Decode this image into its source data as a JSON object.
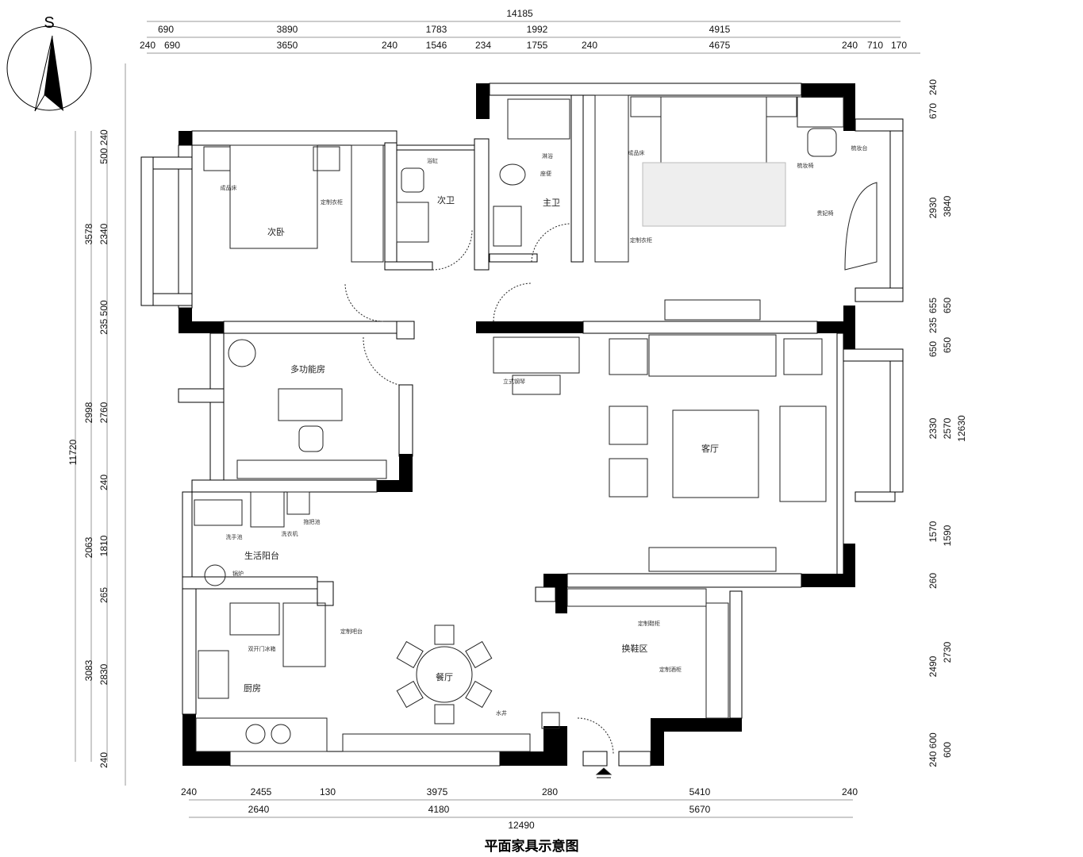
{
  "title": "平面家具示意图",
  "compass": {
    "label": "S"
  },
  "colors": {
    "wall_fill": "#000000",
    "wall_outline": "#000000",
    "dim_line": "#999999",
    "carpet": "#bbbbbb"
  },
  "dimensions": {
    "top_total": "14185",
    "top_row1": [
      "690",
      "3890",
      "1783",
      "1992",
      "4915"
    ],
    "top_row2": [
      "240",
      "690",
      "3650",
      "240",
      "1546",
      "234",
      "1755",
      "240",
      "4675",
      "240",
      "710",
      "170"
    ],
    "bottom_row1": [
      "240",
      "2455",
      "130",
      "3975",
      "280",
      "5410",
      "240"
    ],
    "bottom_row2": [
      "2640",
      "4180",
      "5670"
    ],
    "bottom_total": "12490",
    "left_total": "11720",
    "left_row1": [
      "3578",
      "2998",
      "2063",
      "3083"
    ],
    "left_row2": [
      "500 240",
      "2340",
      "235 500",
      "2760",
      "240",
      "1810",
      "265",
      "2830",
      "240"
    ],
    "right_row1": [
      "240",
      "670",
      "2930",
      "655",
      "235",
      "650",
      "2330",
      "1570",
      "260",
      "2490",
      "240 600"
    ],
    "right_row2": [
      "3840",
      "650",
      "650",
      "2570",
      "1590",
      "2730",
      "600"
    ],
    "right_total": "12630"
  },
  "rooms": [
    "次卧",
    "次卫",
    "主卫",
    "多功能房",
    "客厅",
    "生活阳台",
    "厨房",
    "餐厅",
    "换鞋区"
  ],
  "annotations": [
    "成品床",
    "定制衣柜",
    "浴缸",
    "淋浴",
    "座便",
    "成品床",
    "梳妆台",
    "梳妆椅",
    "贵妃椅",
    "定制衣柜",
    "立式钢琴",
    "洗手池",
    "洗衣机",
    "拖把池",
    "锅炉",
    "双开门冰箱",
    "定制吧台",
    "定制鞋柜",
    "定制酒柜",
    "水井"
  ]
}
